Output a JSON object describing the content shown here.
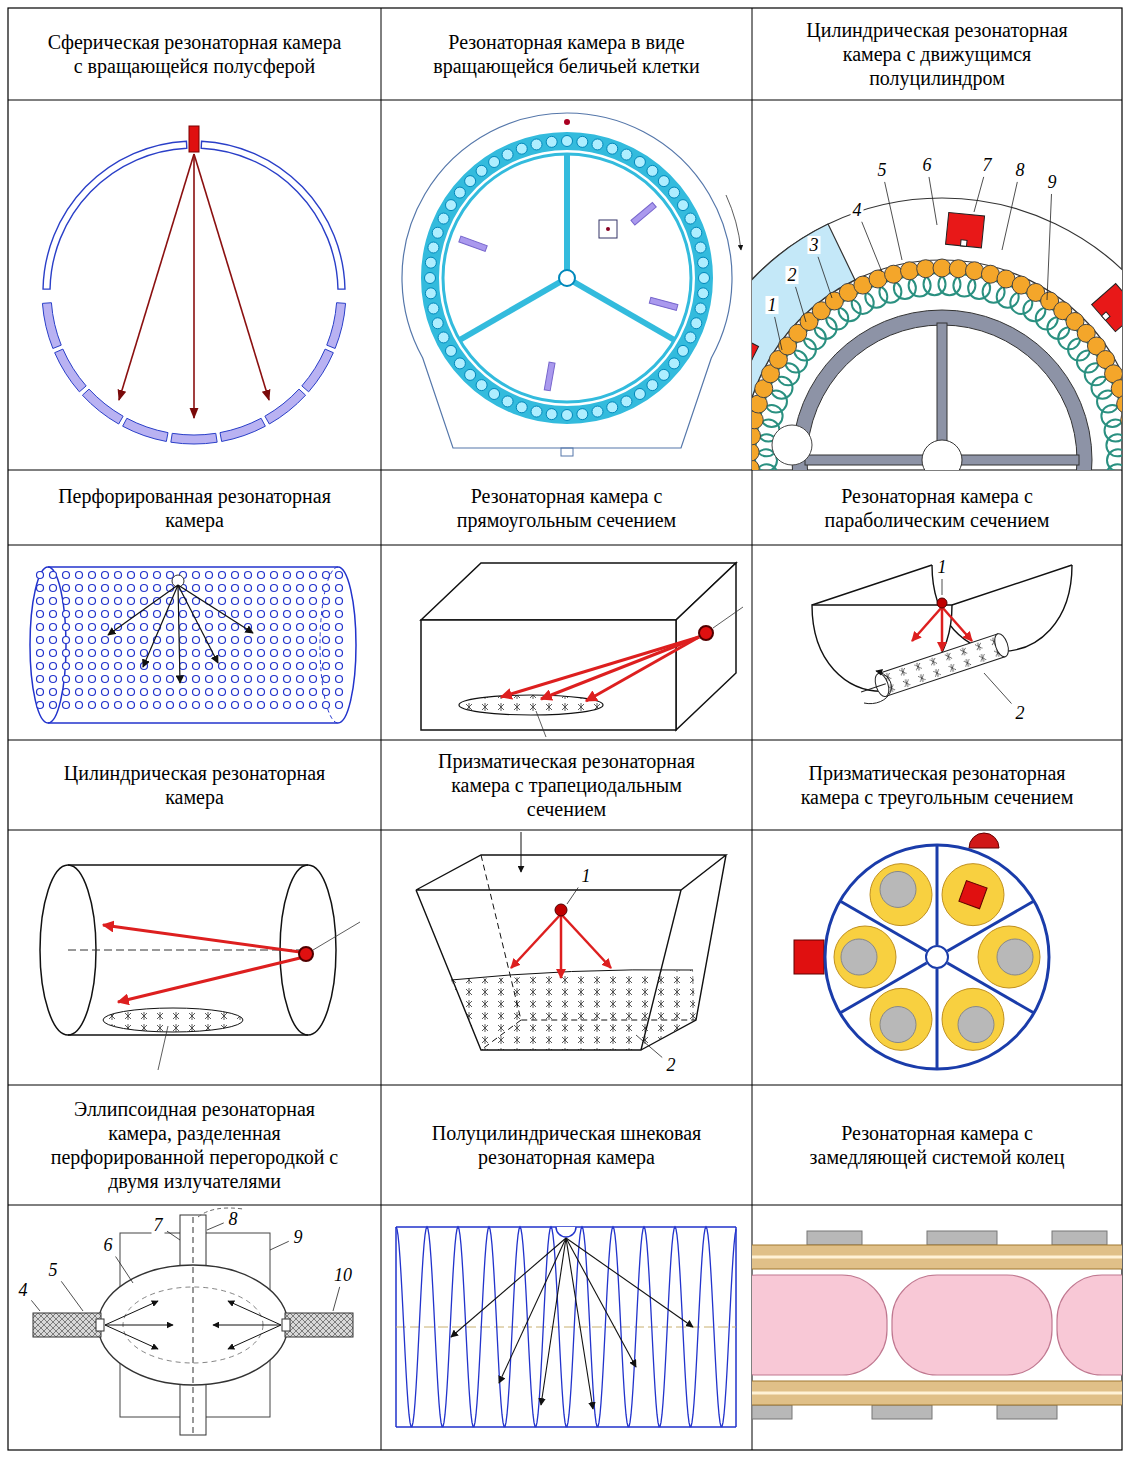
{
  "diagram": {
    "labels": [
      "Сферическая резонаторная камера с вращающейся полусферой",
      "Резонаторная камера в виде вращающейся беличьей клетки",
      "Цилиндрическая резонаторная камера с движущимся полуцилиндром",
      "1",
      "2",
      "3",
      "4",
      "5",
      "6",
      "7",
      "8",
      "9",
      "Перфорированная резонаторная камера",
      "Резонаторная камера с прямоугольным сечением",
      "Резонаторная камера с параболическим сечением",
      "1",
      "2",
      "Цилиндрическая резонаторная камера",
      "Призматическая резонаторная камера с трапециодальным сечением",
      "1",
      "2",
      "Призматическая резонаторная камера с треугольным сечением",
      "Эллипсоидная резонаторная камера, разделенная перфорированной перегородкой с двумя излучателями",
      "4",
      "5",
      "6",
      "7",
      "8",
      "9",
      "10",
      "Полуцилиндрическая шнековая резонаторная камера",
      "Резонаторная камера с замедляющей системой колец"
    ]
  }
}
